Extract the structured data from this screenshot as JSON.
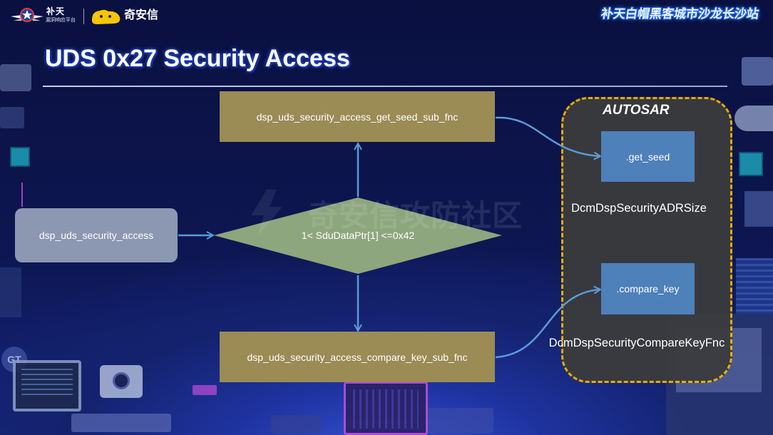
{
  "header": {
    "logo_butian": {
      "name": "补天",
      "subtitle": "漏洞响应平台"
    },
    "logo_qianxin": {
      "name": "奇安信"
    },
    "event_title": "补天白帽黑客城市沙龙长沙站"
  },
  "slide": {
    "title": "UDS 0x27 Security Access"
  },
  "diagram": {
    "entry": "dsp_uds_security_access",
    "condition": "1< SduDataPtr[1] <=0x42",
    "get_seed_fnc": "dsp_uds_security_access_get_seed_sub_fnc",
    "compare_key_fnc": "dsp_uds_security_access_compare_key_sub_fnc",
    "autosar": {
      "title": "AUTOSAR",
      "get_seed": ".get_seed",
      "adr_size": "DcmDspSecurityADRSize",
      "compare_key": ".compare_key",
      "compare_key_fnc": "DcmDspSecurityCompareKeyFnc"
    }
  },
  "watermark": "奇安信攻防社区",
  "background": {
    "badge_text": "GT"
  },
  "theme": {
    "arrow": "#5b9bd5",
    "olive_box": "#9b8b55",
    "entry_box": "#8c97b2",
    "diamond": "#8ea67e",
    "autosar_border": "#f5b800",
    "autosar_fill": "#3c3c3c",
    "blue_box": "#4e80b9"
  }
}
